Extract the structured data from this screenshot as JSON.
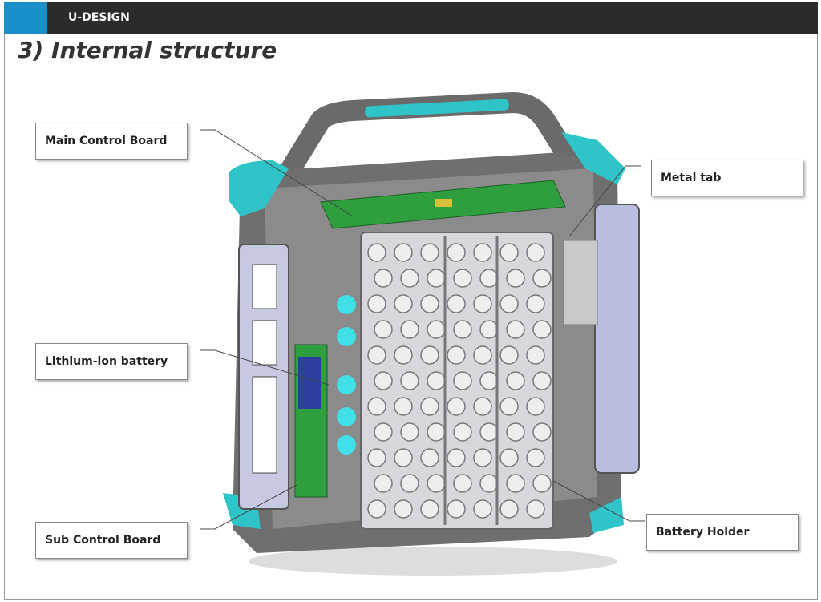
{
  "header": {
    "brand": "U-DESIGN"
  },
  "title": "3)  Internal structure",
  "callouts": {
    "main_control_board": "Main Control Board",
    "metal_tab": "Metal tab",
    "lithium_ion_battery": "Lithium-ion battery",
    "sub_control_board": "Sub Control Board",
    "battery_holder": "Battery Holder"
  },
  "colors": {
    "accent": "#1a8fc9",
    "header": "#2b2b2b",
    "teal": "#2ec4c8",
    "pcb": "#2e9e3e"
  }
}
